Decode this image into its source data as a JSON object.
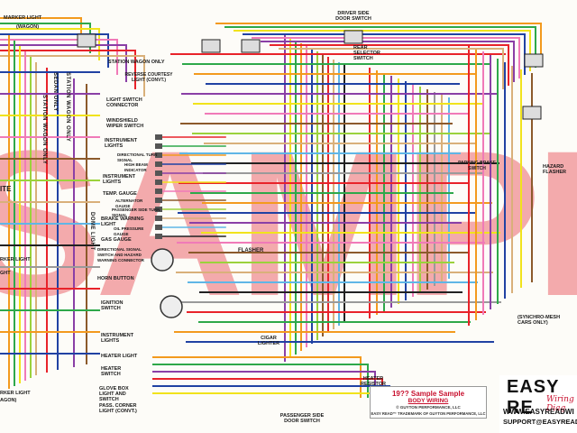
{
  "watermark": "SAMPLE",
  "labels": {
    "marker_light": "MARKER LIGHT",
    "wagon": "(WAGON)",
    "station_wagon_only": "STATION WAGON ONLY",
    "driver_side_door_switch": "DRIVER SIDE DOOR SWITCH",
    "rear_selector_switch": "REAR SELECTOR SWITCH",
    "reverse_courtesy_light": "REVERSE COURTESY LIGHT (CONVT.)",
    "light_switch_connector": "LIGHT SWITCH CONNECTOR",
    "windshield_wiper_switch": "WINDSHIELD WIPER SWITCH",
    "instrument_lights": "INSTRUMENT LIGHTS",
    "dir_turn_signal": "DIRECTIONAL TURN SIGNAL",
    "high_beam_indicator": "HIGH BEAM INDICATOR",
    "instrument_lights_2": "INSTRUMENT LIGHTS",
    "temp_gauge": "TEMP. GAUGE",
    "alternator_gauge": "ALTERNATOR GAUGE",
    "passenger_side_turn": "PASSENGER SIDE TURN SIGNAL",
    "brake_warning_light": "BRAKE WARNING LIGHT",
    "oil_pressure_gauge": "OIL PRESSURE GAUGE",
    "gas_gauge": "GAS GAUGE",
    "directional_switch": "DIRECTIONAL SIGNAL SWITCH AND HAZARD WARNING CONNECTOR",
    "horn_button": "HORN BUTTON",
    "flasher": "FLASHER",
    "ignition_switch": "IGNITION SWITCH",
    "instrument_lights_3": "INSTRUMENT LIGHTS",
    "heater_light": "HEATER LIGHT",
    "heater_switch": "HEATER SWITCH",
    "glove_box": "GLOVE BOX LIGHT AND SWITCH",
    "pass_corner_light": "PASS. CORNER LIGHT (CONVT.)",
    "cigar_lighter": "CIGAR LIGHTER",
    "heater_resistor": "HEATER RESISTOR",
    "passenger_side_door_switch": "PASSENGER SIDE DOOR SWITCH",
    "parking_brake_switch": "PARKING BRAKE SWITCH",
    "hazard_flasher": "HAZARD FLASHER",
    "synchro_mesh": "(SYNCHRO-MESH CARS ONLY)",
    "dome_light": "DOME LIGHT",
    "sedan_only": "SEDAN ONLY",
    "station_wagon_vertical": "STATION WAGON ONLY",
    "ite": "ITE",
    "rker_light": "RKER LIGHT",
    "left_ght": "GHT",
    "agon": "AGON)"
  },
  "title_box": {
    "title": "19?? Sample Sample",
    "subtitle": "BODY WIRING",
    "copyright": "© GUYTON PERFORMANCE, LLC",
    "trademark": "EASY READ™ TRADEMARK OF GUYTON PERFORMANCE, LLC"
  },
  "brand": {
    "name": "EASY RE",
    "tagline": "Wiring Diag",
    "url": "WWW.EASYREADWI",
    "email": "SUPPORT@EASYREADWI"
  },
  "colors": {
    "red": "#e8232a",
    "orange": "#f39a1e",
    "yellow": "#f1e31c",
    "green": "#2ea84a",
    "lightgreen": "#9bd23c",
    "blue": "#2142a3",
    "lightblue": "#5fb6e6",
    "purple": "#8a3fa6",
    "pink": "#f07ab8",
    "brown": "#8c5a2b",
    "tan": "#d9b07a",
    "black": "#222222",
    "gray": "#9a9a9a",
    "white": "#ffffff",
    "watermark": "#e64650"
  }
}
